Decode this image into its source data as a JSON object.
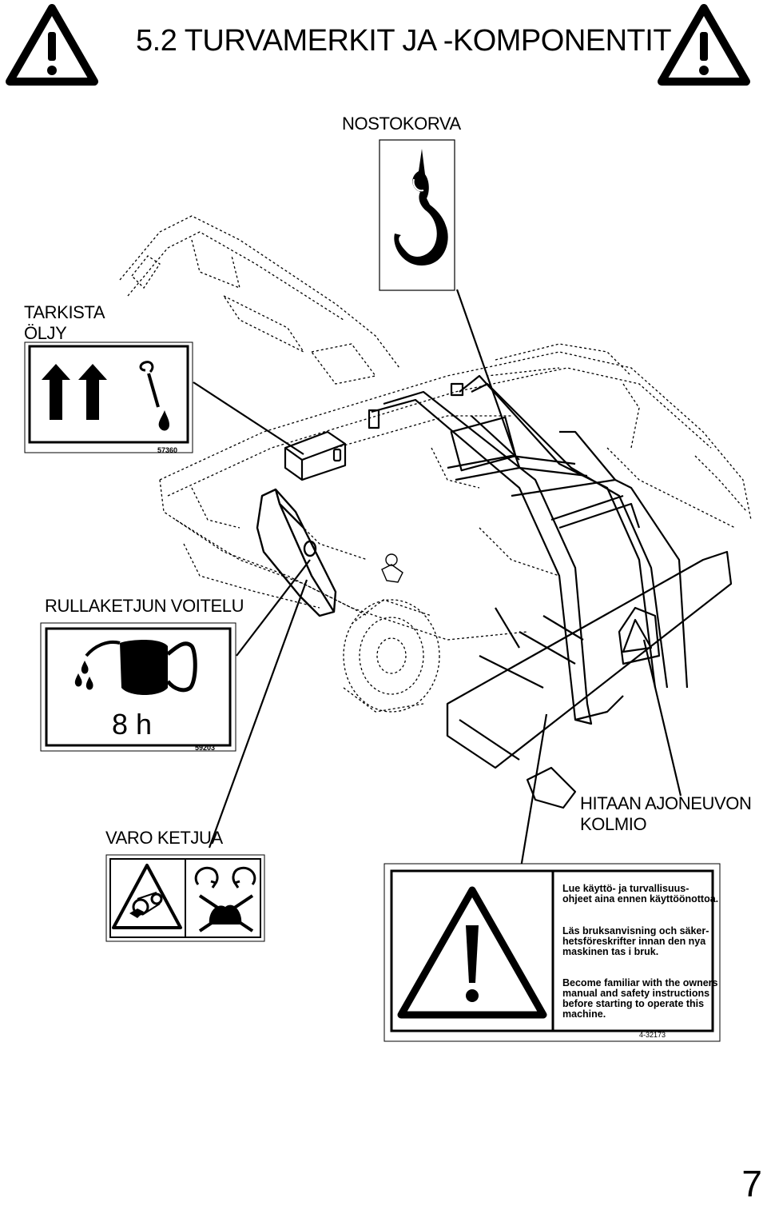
{
  "page": {
    "title": "5.2 TURVAMERKIT JA -KOMPONENTIT",
    "page_number": "7"
  },
  "labels": {
    "lifting_hook": "NOSTOKORVA",
    "check_oil_line1": "TARKISTA",
    "check_oil_line2": "ÖLJY",
    "chain_lubrication": "RULLAKETJUN VOITELU",
    "beware_chain": "VARO KETJUA",
    "slow_vehicle_line1": "HITAAN AJONEUVON",
    "slow_vehicle_line2": "KOLMIO"
  },
  "decals": {
    "oil_code": "57360",
    "lube_interval": "8 h",
    "lube_code": "59203",
    "warning_fi_line1": "Lue käyttö- ja turvallisuus-",
    "warning_fi_line2": "ohjeet aina ennen käyttöönottoa.",
    "warning_sv_line1": "Läs bruksanvisning och säker-",
    "warning_sv_line2": "hetsföreskrifter innan den nya",
    "warning_sv_line3": "maskinen tas i bruk.",
    "warning_en_line1": "Become familiar with the owners",
    "warning_en_line2": "manual and safety instructions",
    "warning_en_line3": "before starting to operate this",
    "warning_en_line4": "machine.",
    "warning_code": "4-32173"
  },
  "icons": [
    "warning-triangle-icon",
    "lifting-hook-icon",
    "this-way-up-arrows-icon",
    "oil-dipstick-icon",
    "oil-can-icon",
    "chain-hazard-icon",
    "rotating-parts-icon",
    "no-hands-icon",
    "exclamation-warning-icon"
  ]
}
